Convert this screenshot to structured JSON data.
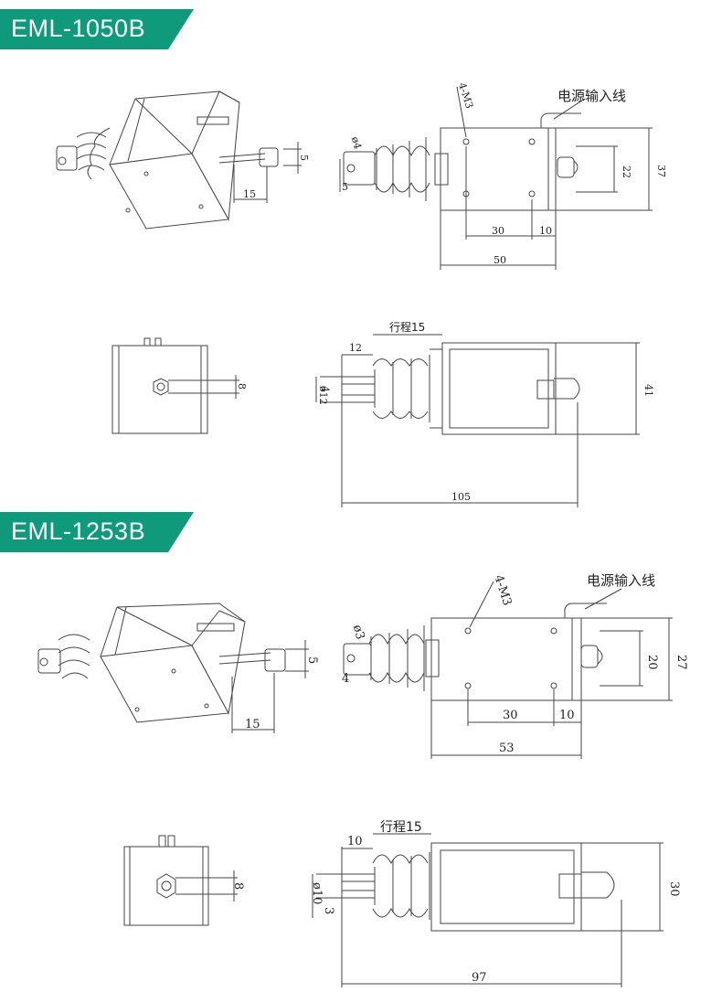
{
  "colors": {
    "accent": "#109a7c",
    "line": "#444444"
  },
  "models": [
    {
      "title": "EML-1050B",
      "iso": {
        "dim_plunger": "5",
        "dim_stroke": "15"
      },
      "top": {
        "holes": "4-M3",
        "power_wire": "电源输入线",
        "dia": "ø4",
        "d5": "5",
        "h22": "22",
        "h37": "37",
        "w30": "30",
        "w10": "10",
        "w50": "50"
      },
      "end": {
        "d8": "8"
      },
      "side": {
        "stroke": "行程15",
        "d12": "12",
        "dia12": "ø12",
        "d4": "4",
        "h41": "41",
        "len": "105"
      }
    },
    {
      "title": "EML-1253B",
      "iso": {
        "dim_plunger": "5",
        "dim_stroke": "15"
      },
      "top": {
        "holes": "4-M3",
        "power_wire": "电源输入线",
        "dia": "ø3",
        "d4": "4",
        "h20": "20",
        "h27": "27",
        "w30": "30",
        "w10": "10",
        "w53": "53"
      },
      "end": {
        "d8": "8"
      },
      "side": {
        "stroke": "行程15",
        "d10": "10",
        "dia10": "ø10",
        "d3": "3",
        "h30": "30",
        "len": "97"
      }
    }
  ]
}
